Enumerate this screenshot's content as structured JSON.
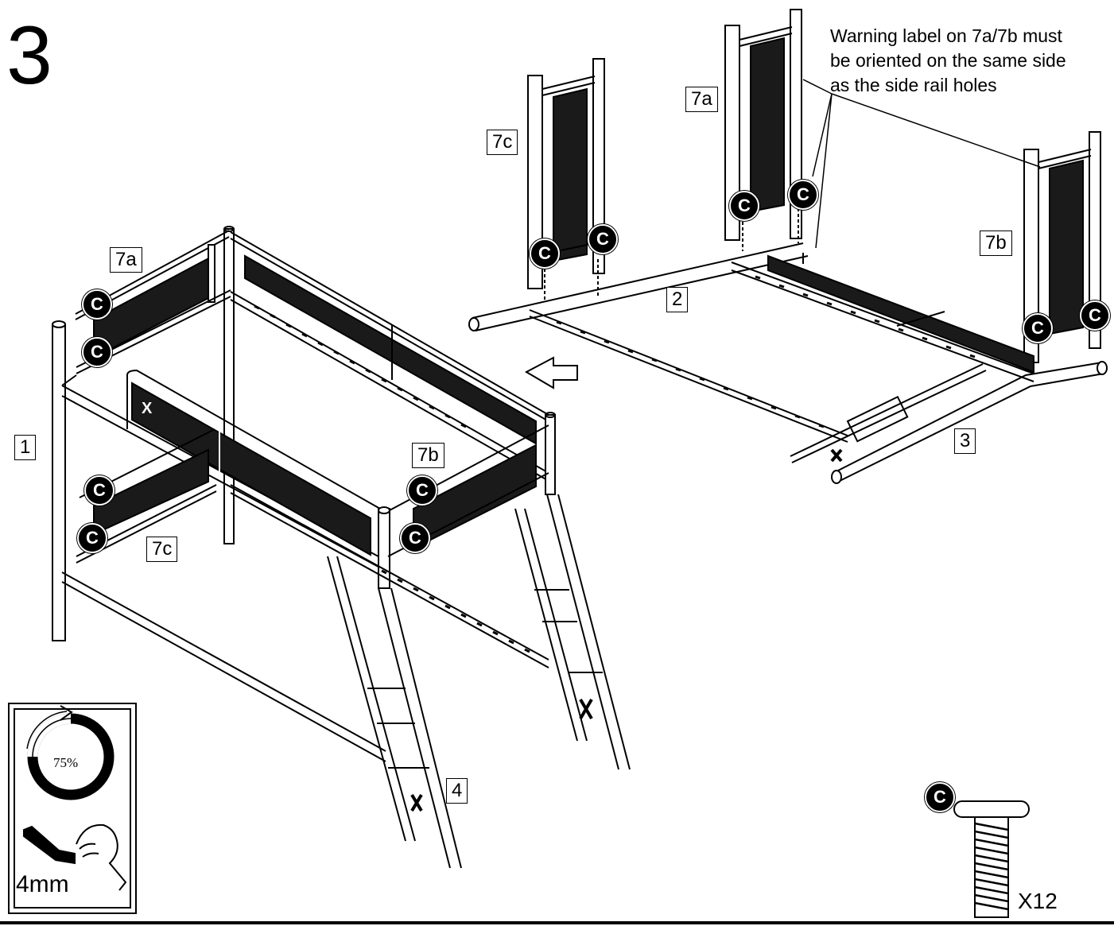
{
  "step": {
    "number": "3"
  },
  "note": {
    "lines": [
      "Warning label on 7a/7b must",
      "be oriented on the same side",
      "as the side rail holes"
    ]
  },
  "parts": {
    "p1": "1",
    "p2": "2",
    "p3": "3",
    "p4": "4",
    "p7a": "7a",
    "p7b": "7b",
    "p7c": "7c"
  },
  "hardware": {
    "letter": "C",
    "quantity": "X12"
  },
  "tool": {
    "percent": "75%",
    "size": "4mm",
    "icons": [
      "progress-ring-icon",
      "allen-key-hand-icon",
      "bolt-icon",
      "direction-arrow-icon"
    ]
  }
}
